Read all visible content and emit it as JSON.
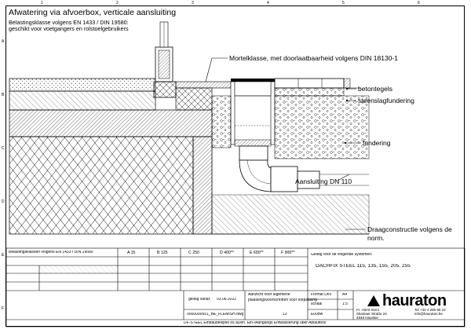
{
  "title": "Afwatering via afvoerbox, verticale aansluiting",
  "subtitle": [
    "Belastingsklasse volgens EN 1433 / DIN 19580:",
    "geschikt voor voetgangers en rolstoelgebruikers"
  ],
  "column_ticks": [
    "1",
    "2",
    "3",
    "4",
    "5",
    "6"
  ],
  "row_ticks": [
    "A",
    "B",
    "C",
    "D",
    "E",
    "F"
  ],
  "annotations": {
    "mortel": "Mortelklasse, met doorlaatbaarheid volgens DIN 18130-1",
    "betontegels": "betontegels",
    "steenslag": "steenslagfundering",
    "fundering": "fundering",
    "aansluiting": "Aansluiting DN 110",
    "draag_1": "Draagconstructie volgens de",
    "draag_2": "norm."
  },
  "title_block": {
    "belasting_header": "Belastingsklassen volgens EN 1433 / DIN 19580",
    "classes": [
      "A 15",
      "B 125",
      "C 250",
      "D 400**",
      "E 600**",
      "F 900**"
    ],
    "geldig_label": "Geldig voor de volgende systemen:",
    "systems": "DACHFIX STEEL 115, 135, 155, 205, 255",
    "geldig_vanaf_label": "geldig vanaf:",
    "geldig_vanaf": "03.06.2022",
    "description_1": "Aanzicht voor algemene",
    "description_2": "plaatsingsvoorschriften voor toepassing",
    "format_label": "Format DIN",
    "format_value": "A4",
    "schaal_label": "schaal",
    "schaal_value": "1:5",
    "drawing_no": "0000000651_BE_FLEMISH.dwg",
    "sheet_no": "13",
    "unit": "E00bw",
    "footer": "DF-STEEL Einbaubeispiel zu aDen. Ein-/Aangüngs Entwässerung über Ablaufbox",
    "company_line_1": "Fr. Hörst Semi",
    "company_line_2": "Skaniaer Straße 24",
    "company_line_3": "4848 Hausker",
    "tel": "Tel +32 4 286 95 10",
    "mail": "info@hauraton.be",
    "logo": "hauraton"
  }
}
